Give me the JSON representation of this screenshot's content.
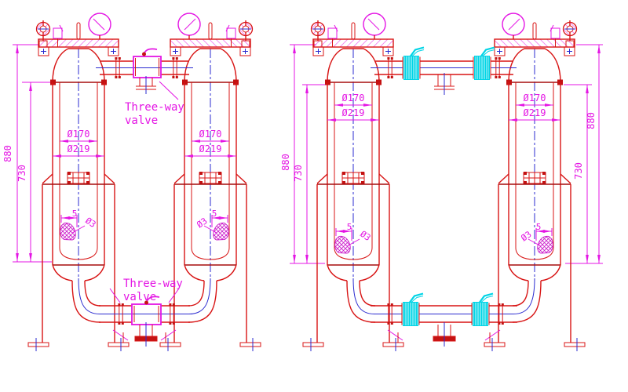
{
  "drawing_title": "Duplex bag filter housings - dimensioned CAD drawing",
  "colors": {
    "outline": "#d81414",
    "dark_outline": "#a50d0d",
    "dimension": "#e415e4",
    "centerline": "#2b2bd0",
    "flex_coupling": "#00d4e6",
    "background": "#ffffff"
  },
  "left_assembly": {
    "top_valve_label": {
      "line1": "Three-way",
      "line2": "valve"
    },
    "bottom_valve_label": {
      "line1": "Three-way",
      "line2": "valve"
    },
    "dimensions": {
      "overall_height": "880",
      "body_height": "730"
    },
    "vessels": [
      {
        "inner_diameter": "Ø170",
        "outer_diameter": "Ø219",
        "basket_width": "5",
        "basket_hole_diameter": "Ø3"
      },
      {
        "inner_diameter": "Ø170",
        "outer_diameter": "Ø219",
        "basket_width": "5",
        "basket_hole_diameter": "Ø3"
      }
    ]
  },
  "right_assembly": {
    "dimensions_left": {
      "overall_height": "880",
      "body_height": "730"
    },
    "dimensions_right": {
      "overall_height": "880",
      "body_height": "730"
    },
    "vessels": [
      {
        "inner_diameter": "Ø170",
        "outer_diameter": "Ø219",
        "basket_width": "5",
        "basket_hole_diameter": "Ø3"
      },
      {
        "inner_diameter": "Ø170",
        "outer_diameter": "Ø219",
        "basket_width": "5",
        "basket_hole_diameter": "Ø3"
      }
    ]
  }
}
